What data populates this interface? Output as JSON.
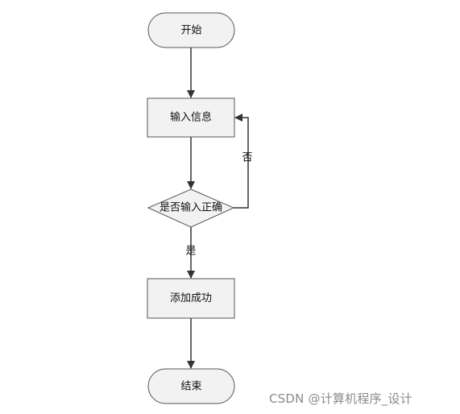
{
  "flowchart": {
    "nodes": {
      "start": "开始",
      "input": "输入信息",
      "decision": "是否输入正确",
      "success": "添加成功",
      "end": "结束"
    },
    "edges": {
      "no_label": "否",
      "yes_label": "是"
    },
    "colors": {
      "node_fill": "#f2f2f2",
      "line": "#333333",
      "node_stroke": "#555555"
    }
  },
  "watermark": "CSDN @计算机程序_设计"
}
